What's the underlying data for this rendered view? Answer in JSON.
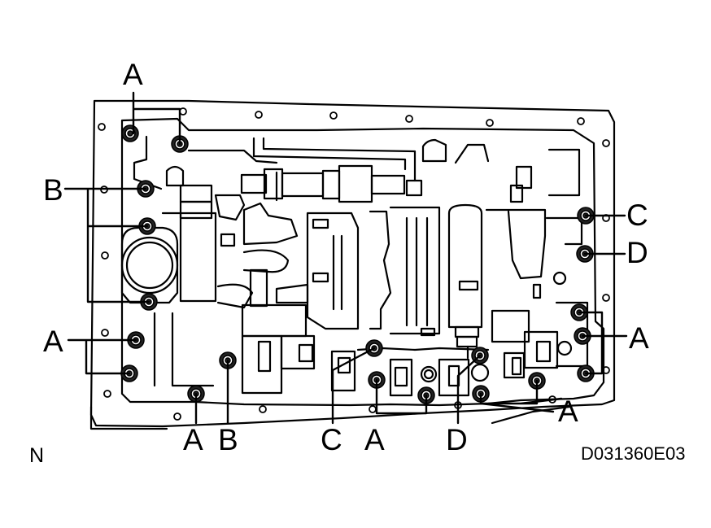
{
  "diagram": {
    "labels": {
      "top_a": "A",
      "left_b": "B",
      "left_a": "A",
      "right_c": "C",
      "right_d": "D",
      "right_a": "A",
      "bottom_a1": "A",
      "bottom_b": "B",
      "bottom_c": "C",
      "bottom_a2": "A",
      "bottom_d": "D",
      "bottom_a3": "A"
    },
    "corner_note": "N",
    "figure_id": "D031360E03"
  }
}
